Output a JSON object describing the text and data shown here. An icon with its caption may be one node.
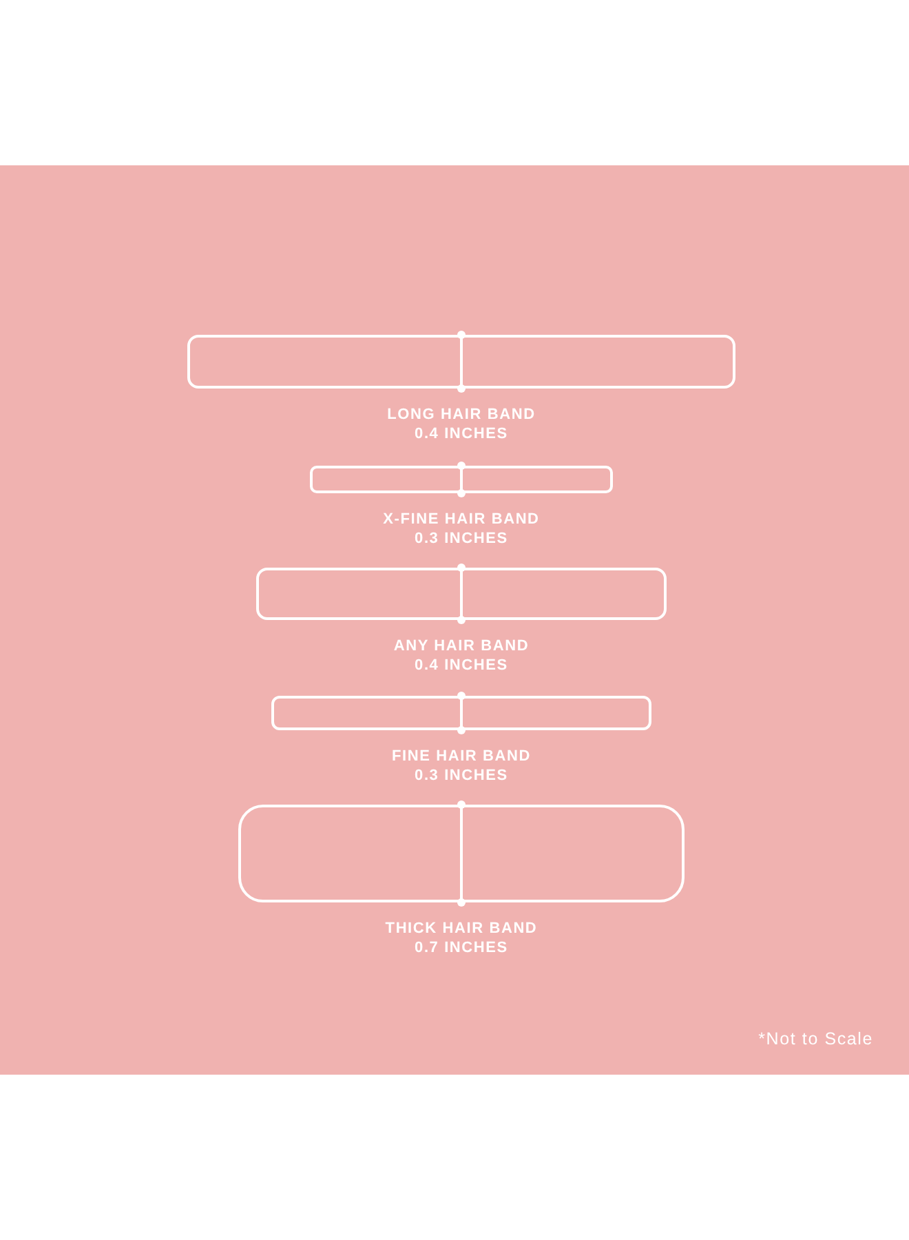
{
  "diagram": {
    "nodes": [
      {
        "text": [
          "LONG HAIR BAND",
          "0.4 INCHES"
        ]
      },
      {
        "text": [
          "X-FINE HAIR BAND",
          "0.3 INCHES"
        ]
      },
      {
        "text": [
          "ANY HAIR BAND",
          "0.4 INCHES"
        ]
      },
      {
        "text": [
          "FINE HAIR BAND",
          "0.3 INCHES"
        ]
      },
      {
        "text": [
          "THICK HAIR BAND",
          "0.7 INCHES"
        ]
      }
    ],
    "edges": [],
    "labels": [
      "*Not to Scale"
    ]
  }
}
